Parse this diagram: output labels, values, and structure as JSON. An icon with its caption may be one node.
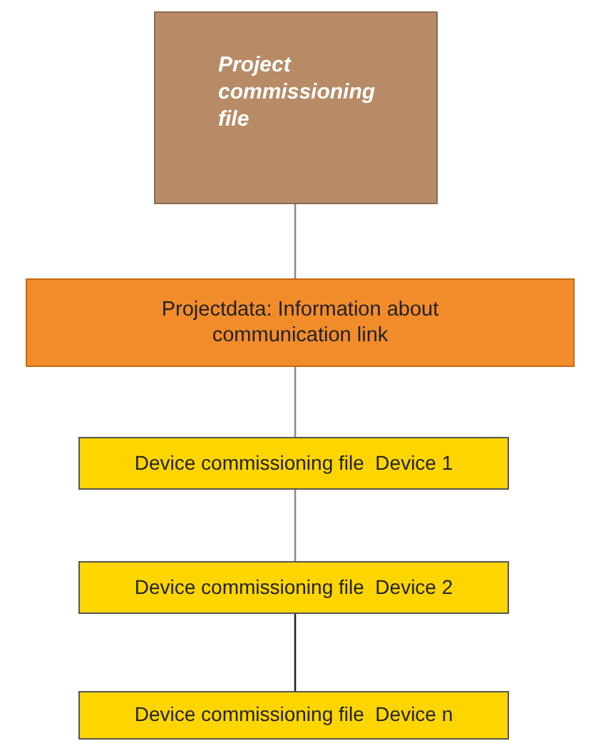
{
  "diagram": {
    "nodes": [
      {
        "text": [
          "Project commissioning file"
        ]
      },
      {
        "text": [
          "Projectdata: Information about communication link"
        ]
      },
      {
        "text": [
          "Device commissioning file  Device 1"
        ]
      },
      {
        "text": [
          "Device commissioning file  Device 2"
        ]
      },
      {
        "text": [
          "Device commissioning file  Device n"
        ]
      }
    ],
    "edges": [
      {
        "from": 0,
        "to": 1,
        "arrow": "none"
      },
      {
        "from": 1,
        "to": 2,
        "arrow": "none"
      },
      {
        "from": 2,
        "to": 3,
        "arrow": "none"
      },
      {
        "from": 3,
        "to": 4,
        "arrow": "none",
        "color": "#222222"
      }
    ]
  }
}
